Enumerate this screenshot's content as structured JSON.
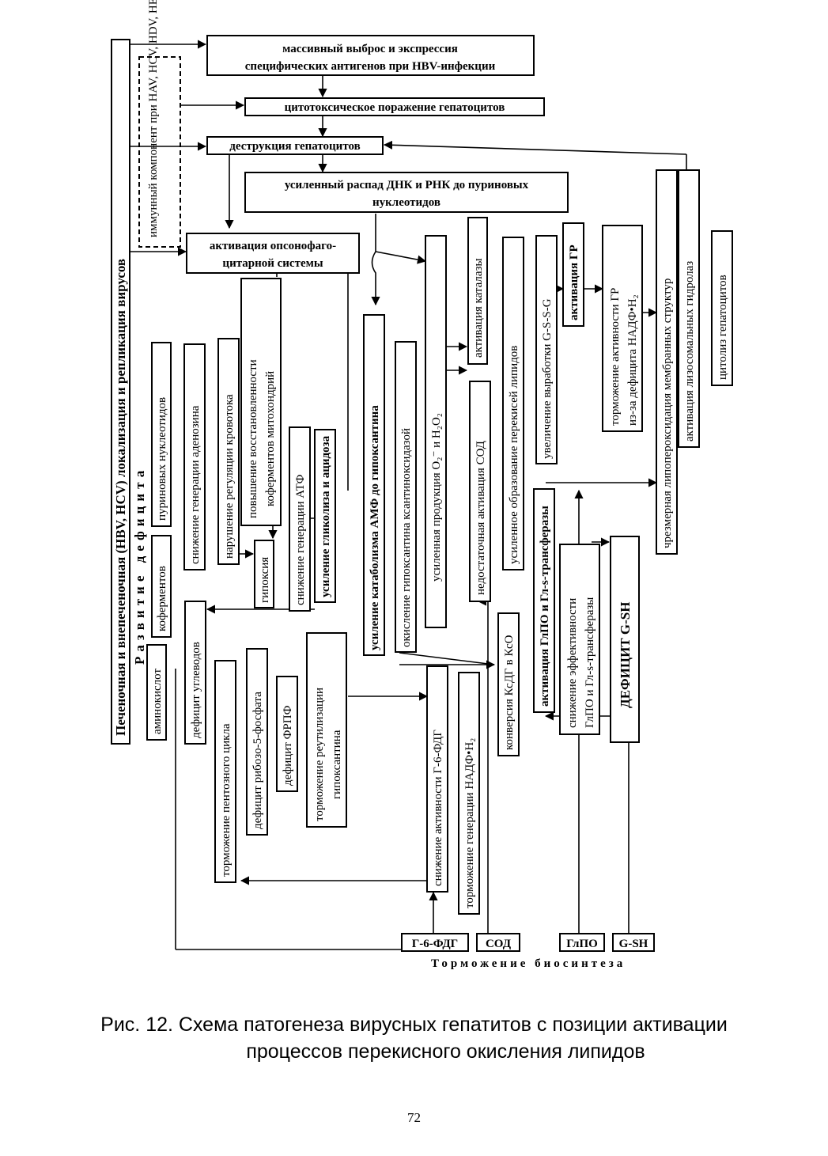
{
  "diagram": {
    "nodes": {
      "n_virus": "Печеночная и внепеченочная (HBV, HCV) локализация и репликация вирусов",
      "n_immune": "иммунный компонент при HAV, HCV, HDV, HEV",
      "n_antigen_1": "массивный выброс и экспрессия",
      "n_antigen_2": "специфических антигенов при HBV-инфекции",
      "n_cytotox": "цитотоксическое поражение гепатоцитов",
      "n_destr": "деструкция гепатоцитов",
      "n_dnk_1": "усиленный распад ДНК и РНК до пуриновых",
      "n_dnk_2": "нуклеотидов",
      "n_opson_1": "активация опсонофаго-",
      "n_opson_2": "цитарной системы",
      "n_razv": "Развитие дефицита",
      "n_amino": "аминокислот",
      "n_kofer": "коферментов",
      "n_purin": "пуриновых нуклеотидов",
      "n_adenoz": "снижение генерации аденозина",
      "n_krovo": "нарушение регуляции кровотока",
      "n_vosst_1": "повышение восстановленности",
      "n_vosst_2": "коферментов митохондрий",
      "n_gipoks": "гипоксия",
      "n_atf": "снижение генерации АТФ",
      "n_glikol": "усиление гликолиза и ацидоза",
      "n_amf": "усиление катаболизма АМФ до гипоксантина",
      "n_okisl": "окисление гипоксантина ксантиноксидазой",
      "n_o2": "усиленная продукция O₂⁻ и H₂O₂",
      "n_katal": "активация каталазы",
      "n_sod_act": "недостаточная активация СОД",
      "n_perek": "усиленное образование перекисей липидов",
      "n_gssg": "увеличение выработки G-S-S-G",
      "n_gr": "активация ГР",
      "n_gr_tor_1": "торможение активности ГР",
      "n_gr_tor_2": "из-за дефицита НАДФ•H₂",
      "n_lipoper": "чрезмерная липопероксидация мембранных структур",
      "n_lizos": "активация лизосомальных гидролаз",
      "n_citoliz": "цитолиз гепатоцитов",
      "n_uglev": "дефицит углеводов",
      "n_pentoz": "торможение пентозного цикла",
      "n_ribozo": "дефицит рибозо-5-фосфата",
      "n_frpf": "дефицит ФРПФ",
      "n_reutil_1": "торможение реутилизации",
      "n_reutil_2": "гипоксантина",
      "n_g6fdg": "снижение активности Г-6-ФДГ",
      "n_nadf": "торможение генерации НАДФ•H₂",
      "n_ksdg": "конверсия КсДГ в КсО",
      "n_glpo_act": "активация ГлПО и Гл-s-трансферазы",
      "n_glpo_eff_1": "снижение эффективности",
      "n_glpo_eff_2": "ГлПО и Гл-s-трансферазы",
      "n_gsh_def": "ДЕФИЦИТ G-SH",
      "f_g6fdg": "Г-6-ФДГ",
      "f_sod": "СОД",
      "f_glpo": "ГлПО",
      "f_gsh": "G-SH"
    },
    "footer_label": "Торможение биосинтеза"
  },
  "caption": {
    "line1": "Рис. 12. Схема патогенеза вирусных гепатитов с позиции активации",
    "line2": "процессов перекисного окисления липидов"
  },
  "page_number": "72"
}
